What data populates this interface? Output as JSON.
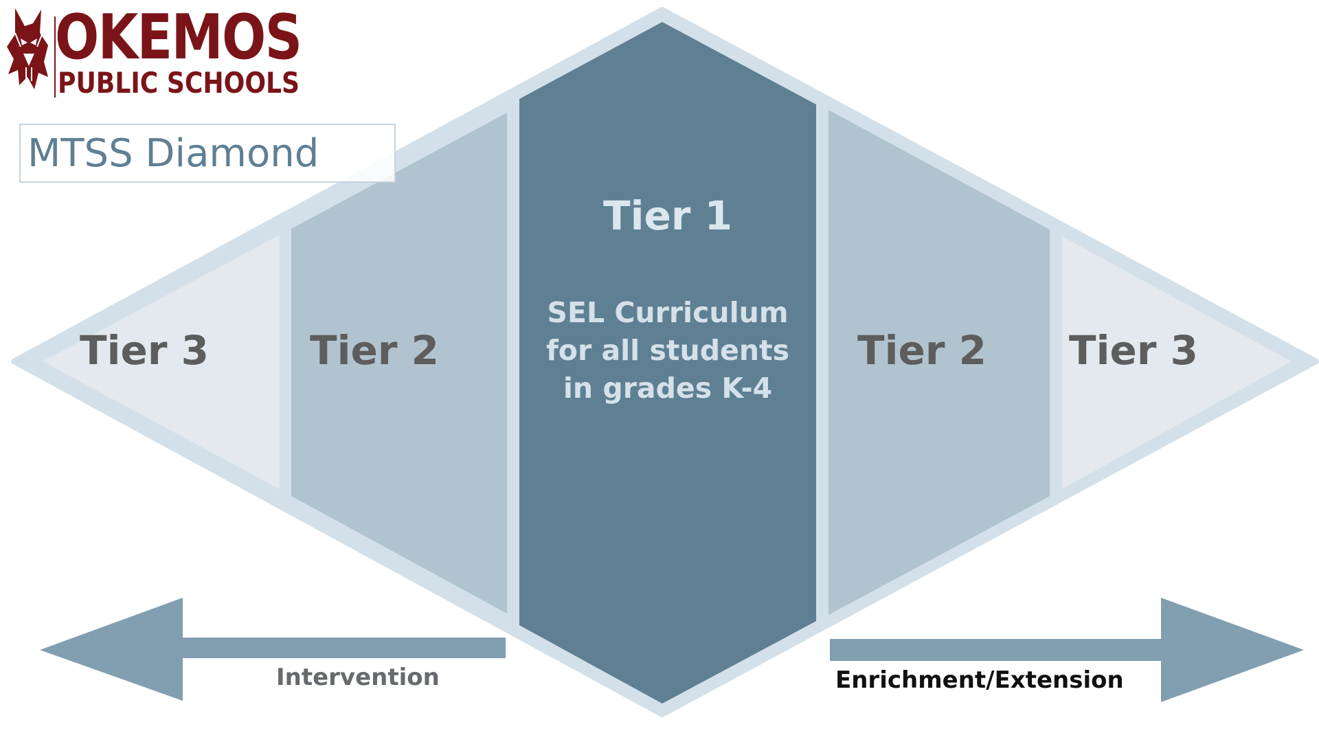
{
  "logo": {
    "line1": "OKEMOS",
    "line2": "PUBLIC SCHOOLS",
    "mascot_icon": "wolf-mascot-icon",
    "color": "#7a1418"
  },
  "title": "MTSS Diamond",
  "tiers": {
    "left_outer": "Tier 3",
    "left_inner": "Tier 2",
    "center": "Tier 1",
    "center_description": "SEL Curriculum for all students in grades K-4",
    "right_inner": "Tier 2",
    "right_outer": "Tier 3"
  },
  "arrows": {
    "left_label": "Intervention",
    "right_label": "Enrichment/Extension",
    "arrow_color": "#819fb0"
  },
  "colors": {
    "outline": "#d3e0e9",
    "tier1": "#5f8093",
    "tier2": "#b1c3ce",
    "tier3": "#e3e9ee",
    "side_text": "#5d5d5d",
    "center_text": "#dbe6ee"
  }
}
